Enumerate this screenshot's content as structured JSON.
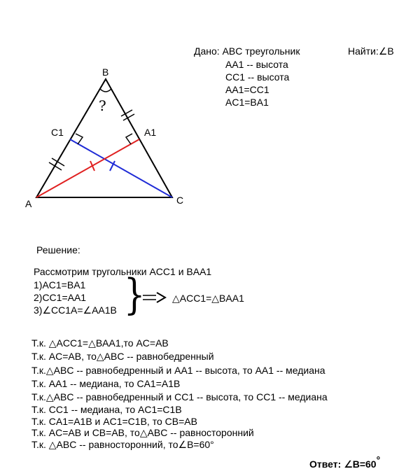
{
  "figure": {
    "vertex_labels": {
      "A": "A",
      "B": "B",
      "C": "C",
      "A1": "A1",
      "C1": "C1"
    },
    "question_mark": "?"
  },
  "given": {
    "label": "Дано: ABC треугольник",
    "items": [
      "AA1 -- высота",
      "CC1 -- высота",
      "AA1=CC1",
      "AC1=BA1"
    ]
  },
  "find": {
    "label": "Найти:",
    "angle_symbol": "∠",
    "target": "B"
  },
  "solution": {
    "heading": "Решение:",
    "consider": "Рассмотрим тругольники ACC1 и BAA1",
    "conditions": [
      "1)AC1=BA1",
      "2)CC1=AA1",
      "3)∠CC1A=∠AA1B"
    ],
    "brace": "}",
    "implies": "=>",
    "conclusion": "△ACC1=△BAA1"
  },
  "steps": [
    "Т.к. △ACC1=△BAA1,то AC=AB",
    "Т.к. AC=AB, то△ABC -- равнобедренный",
    "Т.к.△ABC -- равнобедренный и AA1 -- высота, то AA1 -- медиана",
    "Т.к. AA1 -- медиана, то CA1=A1B",
    "Т.к.△ABC -- равнобедренный и CC1 -- высота, то CC1 -- медиана",
    "Т.к. CC1 -- медиана, то AC1=C1B",
    "Т.к. CA1=A1B и AC1=C1B, то CB=AB",
    "Т.к. AC=AB и CB=AB, то△ABC -- равносторонний",
    "Т.к. △ABC -- равносторонний, то∠B=60°"
  ],
  "answer": {
    "label": "Ответ:",
    "value": "∠B=60",
    "degree": "°"
  },
  "colors": {
    "blue_segment": "#1f2bd6",
    "red_segment": "#e02020",
    "lines": "#000000"
  }
}
